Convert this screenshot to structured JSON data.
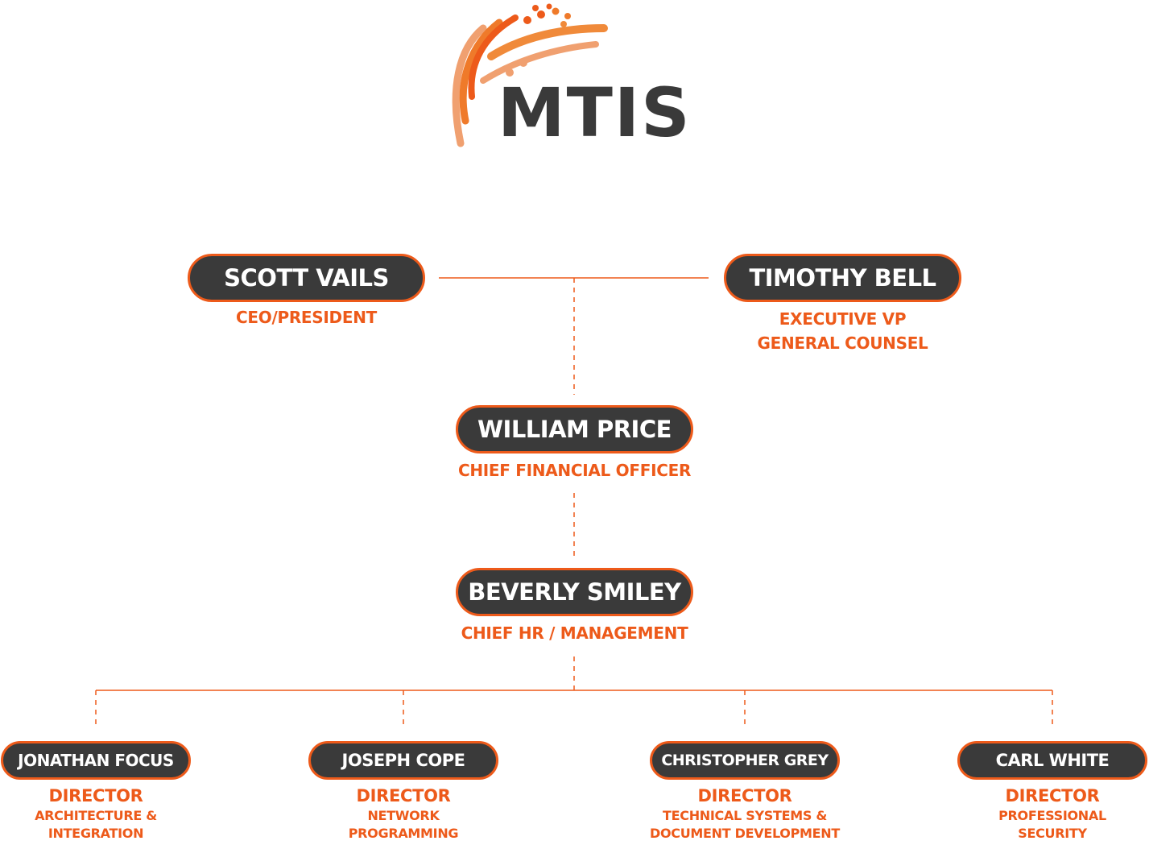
{
  "brand": {
    "name": "MTIS",
    "colors": {
      "accent": "#ed5a1a",
      "dark": "#3a3a3a",
      "light_accent": "#f0a070"
    }
  },
  "executives": [
    {
      "name": "SCOTT VAILS",
      "role": "CEO/PRESIDENT",
      "role_line2": ""
    },
    {
      "name": "TIMOTHY BELL",
      "role": "EXECUTIVE VP",
      "role_line2": "GENERAL COUNSEL"
    },
    {
      "name": "WILLIAM PRICE",
      "role": "CHIEF FINANCIAL OFFICER",
      "role_line2": ""
    },
    {
      "name": "BEVERLY SMILEY",
      "role": "CHIEF HR / MANAGEMENT",
      "role_line2": ""
    }
  ],
  "directors": [
    {
      "name": "JONATHAN FOCUS",
      "title": "DIRECTOR",
      "area_line1": "ARCHITECTURE &",
      "area_line2": "INTEGRATION"
    },
    {
      "name": "JOSEPH COPE",
      "title": "DIRECTOR",
      "area_line1": "NETWORK",
      "area_line2": "PROGRAMMING"
    },
    {
      "name": "CHRISTOPHER GREY",
      "title": "DIRECTOR",
      "area_line1": "TECHNICAL SYSTEMS &",
      "area_line2": "DOCUMENT DEVELOPMENT"
    },
    {
      "name": "CARL WHITE",
      "title": "DIRECTOR",
      "area_line1": "PROFESSIONAL",
      "area_line2": "SECURITY"
    }
  ]
}
